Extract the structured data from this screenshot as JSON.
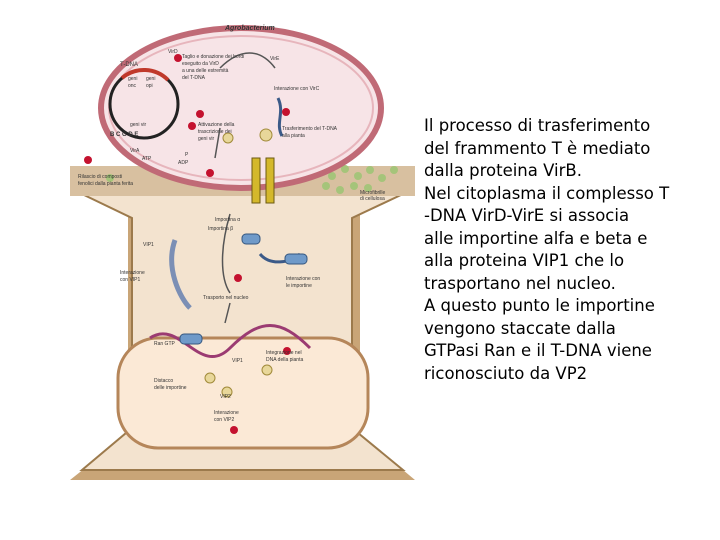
{
  "caption": {
    "lines": [
      "Il processo di trasferimento",
      "del frammento T è mediato",
      "dalla proteina VirB.",
      "Nel citoplasma il complesso T",
      "-DNA VirD-VirE si associa",
      "alle importine alfa e beta e",
      "alla proteina VIP1 che lo",
      "trasportano nel nucleo.",
      "A questo punto le importine",
      "vengono staccate dalla",
      "GTPasi Ran e il T-DNA viene",
      "riconosciuto da VP2"
    ]
  },
  "figure": {
    "title": "Agrobacterium",
    "labels": {
      "tdna": "T-DNA",
      "virD2": "VirD",
      "geni_onc": "geni",
      "geni_onc2": "onc",
      "geni_onc3": "geni",
      "geni_onc4": "opi",
      "geni_vir": "geni vir",
      "taglio1": "Taglio e donazione dei bordi",
      "taglio2": "eseguito da VirD",
      "taglio3": "a una delle estremità",
      "taglio4": "del T-DNA",
      "vire": "VirE",
      "interazione_virc": "Interazione con VirC",
      "attivazione1": "Attivazione della",
      "attivazione2": "trascrizione dei",
      "attivazione3": "geni vir",
      "trasf1": "Trasferimento del T-DNA",
      "trasf2": "alla pianta",
      "vira": "VirA",
      "atp": "ATP",
      "adp": "ADP",
      "p": "P",
      "rilascio1": "Rilascio di composti",
      "rilascio2": "fenolici dalla pianta ferita",
      "microfibrille1": "Microfibrille",
      "microfibrille2": "di cellulosa",
      "importina_a": "Importina α",
      "importina_b": "Importina β",
      "interazione_imp1": "Interazione con",
      "interazione_imp2": "le importine",
      "vip1_top": "VIP1",
      "interazione_vip1_1": "Interazione",
      "interazione_vip1_2": "con VIP1",
      "trasporto_nucleo": "Trasporto nel nucleo",
      "ran_gtp": "Ran GTP",
      "distacco1": "Distacco",
      "distacco2": "delle importine",
      "vip1_nucleus": "VIP1",
      "vip2": "VIP2",
      "interazione_vip2_1": "Interazione",
      "interazione_vip2_2": "con VIP2",
      "integrazione1": "Integrazione nel",
      "integrazione2": "DNA della pianta",
      "box_letters": "B C G D E",
      "letter_e": "E"
    }
  }
}
